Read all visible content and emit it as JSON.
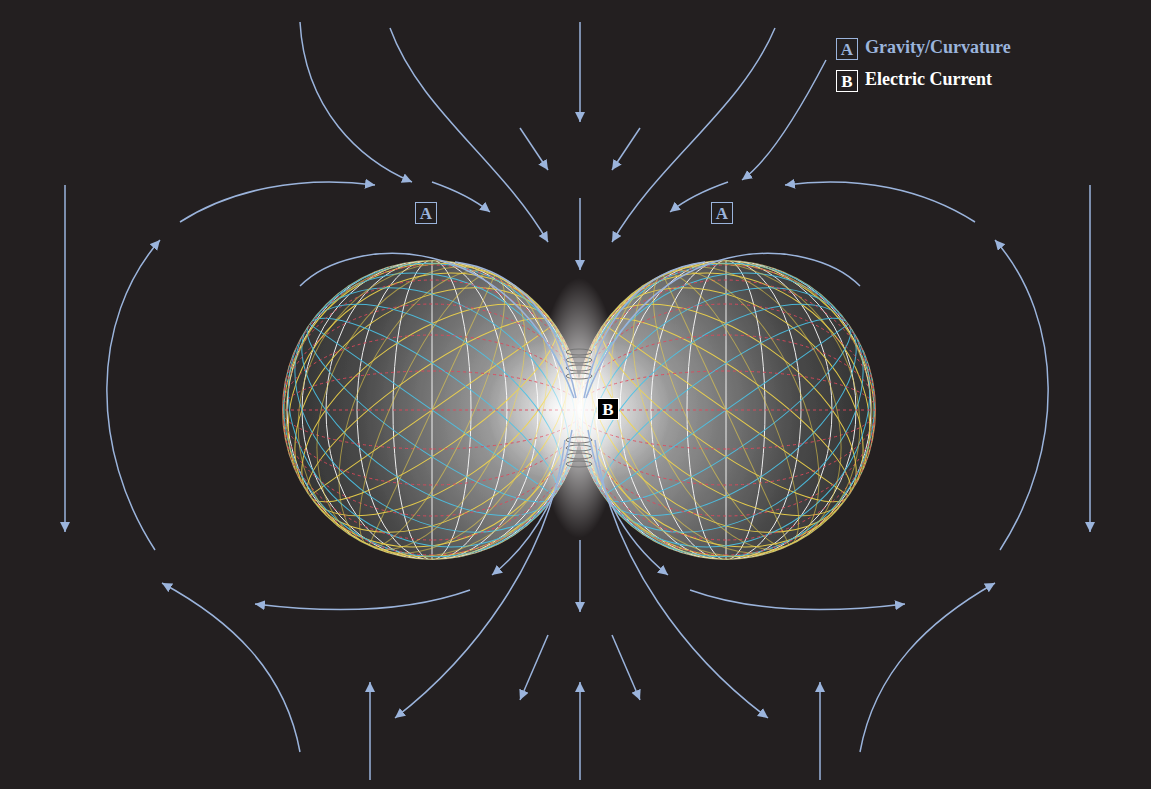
{
  "diagram": {
    "nodes": [
      {
        "text": [
          "A"
        ]
      },
      {
        "text": [
          "B"
        ]
      },
      {
        "text": [
          "A"
        ]
      },
      {
        "text": [
          "A"
        ]
      },
      {
        "text": [
          "B"
        ]
      }
    ],
    "legend": [
      {
        "text": "Gravity/Curvature"
      },
      {
        "text": "Electric Current"
      }
    ]
  }
}
